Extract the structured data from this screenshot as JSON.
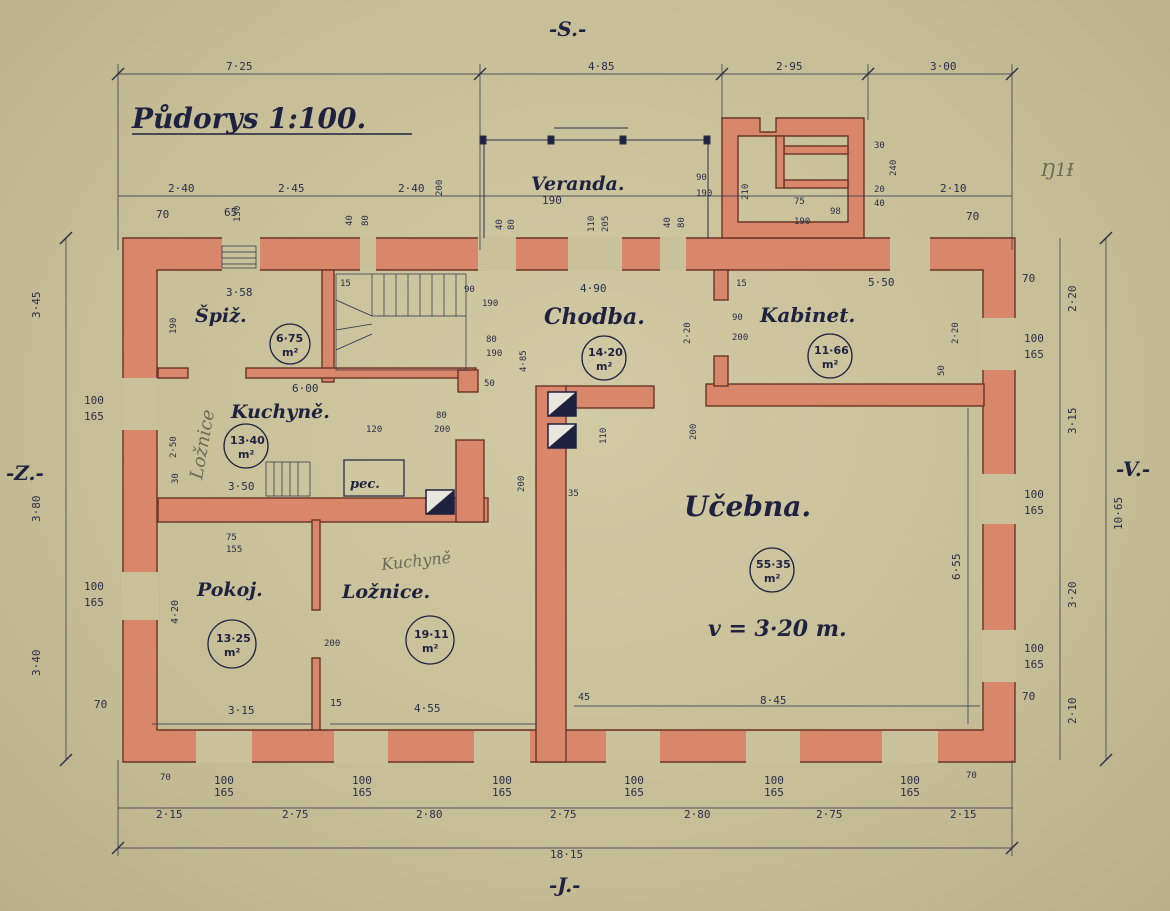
{
  "title": "Půdorys 1:100.",
  "orientation": {
    "north": "-S.-",
    "south": "-J.-",
    "west": "-Z.-",
    "east": "-V.-"
  },
  "rooms": {
    "veranda": "Veranda.",
    "spiz": "Špiž.",
    "spiz_area": "6·75",
    "kuchyne": "Kuchyně.",
    "kuchyne_area": "13·40",
    "chodba": "Chodba.",
    "chodba_area": "14·20",
    "kabinet": "Kabinet.",
    "kabinet_area": "11·66",
    "ucebna": "Učebna.",
    "ucebna_area": "55·35",
    "ucebna_height": "v = 3·20 m.",
    "pokoj": "Pokoj.",
    "pokoj_area": "13·25",
    "loznice": "Ložnice.",
    "loznice_area": "19·11",
    "area_unit": "m²",
    "pec": "pec.",
    "pencil_loznice": "Ložnice",
    "pencil_kuchyne": "Kuchyně",
    "pencil_tag": "Ŋ1Ɨ"
  },
  "dimensions": {
    "top": [
      "7·25",
      "4·85",
      "2·95",
      "3·00"
    ],
    "upper": [
      "2·40",
      "2·45",
      "2·40",
      "2·10"
    ],
    "bottom": [
      "2·15",
      "2·75",
      "2·80",
      "2·75",
      "2·80",
      "2·75",
      "2·15"
    ],
    "total": "18·15",
    "right": [
      "2·20",
      "3·15",
      "3·20",
      "2·10"
    ],
    "right_total": "10·65",
    "left": [
      "3·45",
      "3·80",
      "3·40"
    ],
    "windows": [
      "100",
      "165"
    ],
    "inner": {
      "d70": "70",
      "d65": "65",
      "d130": "130",
      "d40": "40",
      "d80": "80",
      "d110": "110",
      "d200": "200",
      "d205": "205",
      "d190": "190",
      "d90": "90",
      "d210": "210",
      "d15": "15",
      "d20": "20",
      "d30": "30",
      "d240": "240",
      "d155": "155",
      "d358": "3·58",
      "d600": "6·00",
      "d350": "3·50",
      "d490": "4·90",
      "d550": "5·50",
      "d220": "2·20",
      "d655": "6·55",
      "d845": "8·45",
      "d455": "4·55",
      "d315": "3·15",
      "d420": "4·20",
      "d250": "2·50",
      "d485": "4·85",
      "d120": "120",
      "d45": "45",
      "d35": "35",
      "d50": "50",
      "d75": "75",
      "d98": "98"
    }
  }
}
